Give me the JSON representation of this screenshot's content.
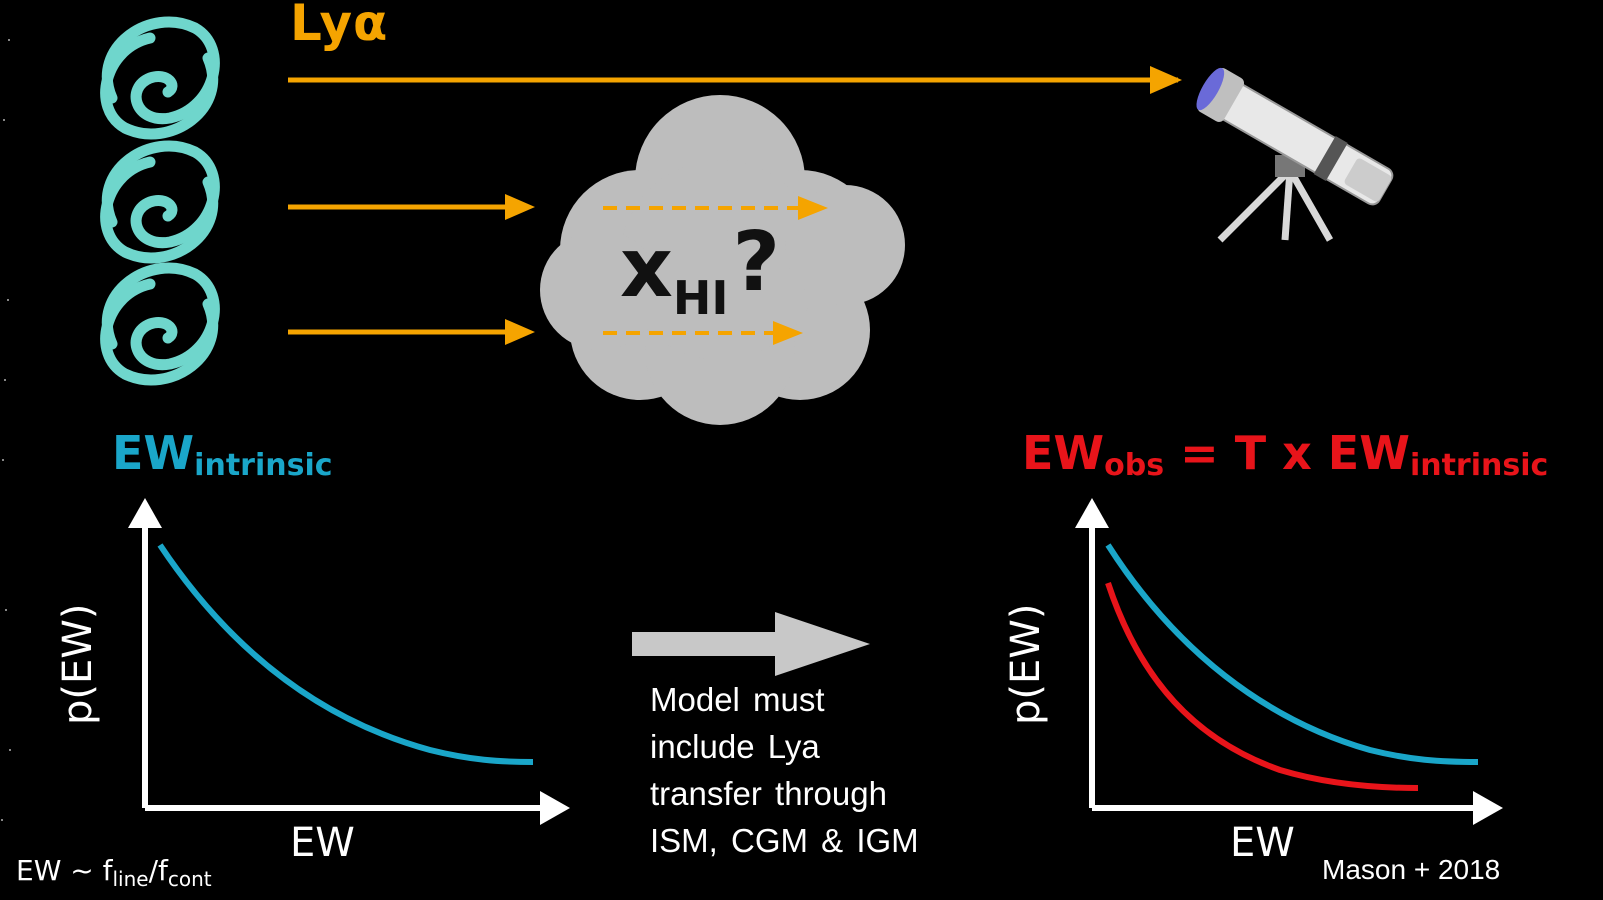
{
  "lya_label": "Lyα",
  "cloud": {
    "symbol": "x",
    "subscript": "HI",
    "question": "?"
  },
  "panel_left": {
    "title_main": "EW",
    "title_sub": "intrinsic",
    "ylabel": "p(EW)",
    "xlabel": "EW",
    "curve_color": "#1aa6c9"
  },
  "panel_right": {
    "title_main": "EW",
    "title_sub_obs": "obs",
    "title_mid": " = T x EW",
    "title_sub_int": "intrinsic",
    "ylabel": "p(EW)",
    "xlabel": "EW",
    "curve_colors": [
      "#1aa6c9",
      "#e8141a"
    ]
  },
  "caption": "Model must include Lya transfer through ISM, CGM & IGM",
  "ew_definition": {
    "prefix": "EW ~ f",
    "sub_line": "line",
    "slash": "/f",
    "sub_cont": "cont"
  },
  "credit": "Mason + 2018",
  "colors": {
    "arrow": "#f5a400",
    "galaxy": "#6fd6cc",
    "cloud": "#bdbdbd",
    "big_arrow": "#c8c8c8"
  }
}
